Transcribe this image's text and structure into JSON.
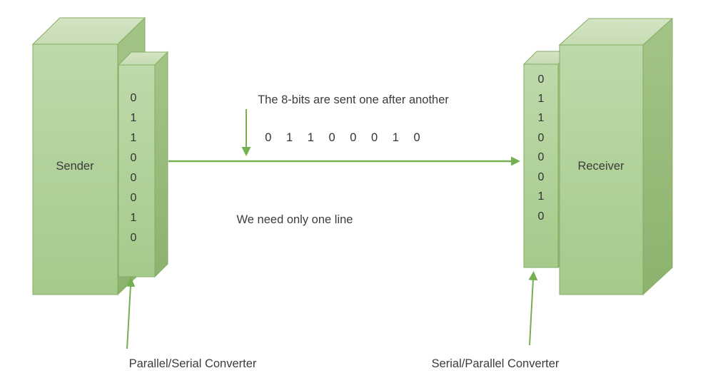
{
  "sender": {
    "label": "Sender"
  },
  "receiver": {
    "label": "Receiver"
  },
  "converters": {
    "left": {
      "label": "Parallel/Serial Converter",
      "bits": [
        "0",
        "1",
        "1",
        "0",
        "0",
        "0",
        "1",
        "0"
      ]
    },
    "right": {
      "label": "Serial/Parallel Converter",
      "bits": [
        "0",
        "1",
        "1",
        "0",
        "0",
        "0",
        "1",
        "0"
      ]
    }
  },
  "annotations": {
    "top_note": "The 8-bits are sent one after another",
    "serial_bits": "0 1 1 0 0 0 1 0",
    "line_note": "We need only one line"
  },
  "colors": {
    "box_front": "#b2d199",
    "box_top": "#cde0bc",
    "box_side": "#99bd7c",
    "box_stroke": "#84ad63",
    "arrow": "#74b04f",
    "text": "#3c3c3c"
  }
}
